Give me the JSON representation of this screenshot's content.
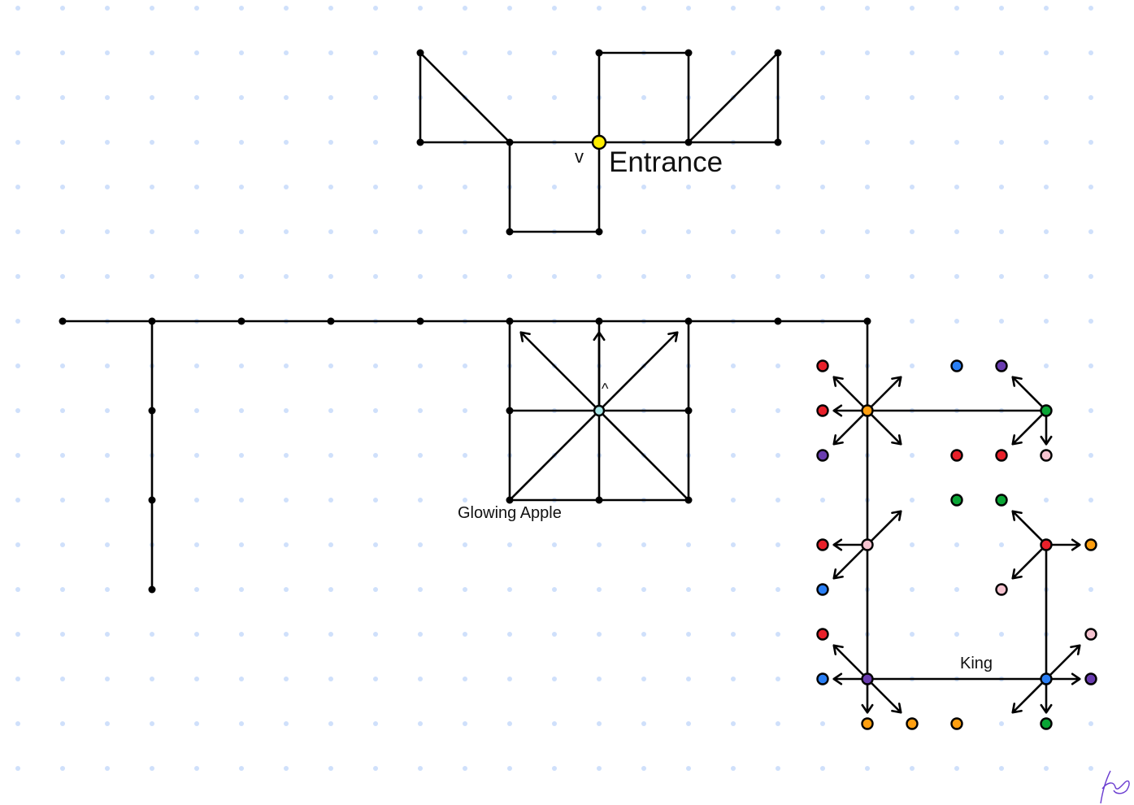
{
  "labels": {
    "entrance": "Entrance",
    "entrance_marker": "v",
    "glowing_apple": "Glowing Apple",
    "apple_marker": "^",
    "king": "King"
  },
  "colors": {
    "grid_dot": "#cfe0fb",
    "line": "#000000",
    "red": "#e8202a",
    "blue": "#2a7ff5",
    "purple": "#6a3cb0",
    "orange": "#ff9f10",
    "green": "#0aa535",
    "pink": "#f6c3d0",
    "cyan": "#a8e6e6",
    "yellow": "#ffee00",
    "signature": "#6a3cd0"
  }
}
